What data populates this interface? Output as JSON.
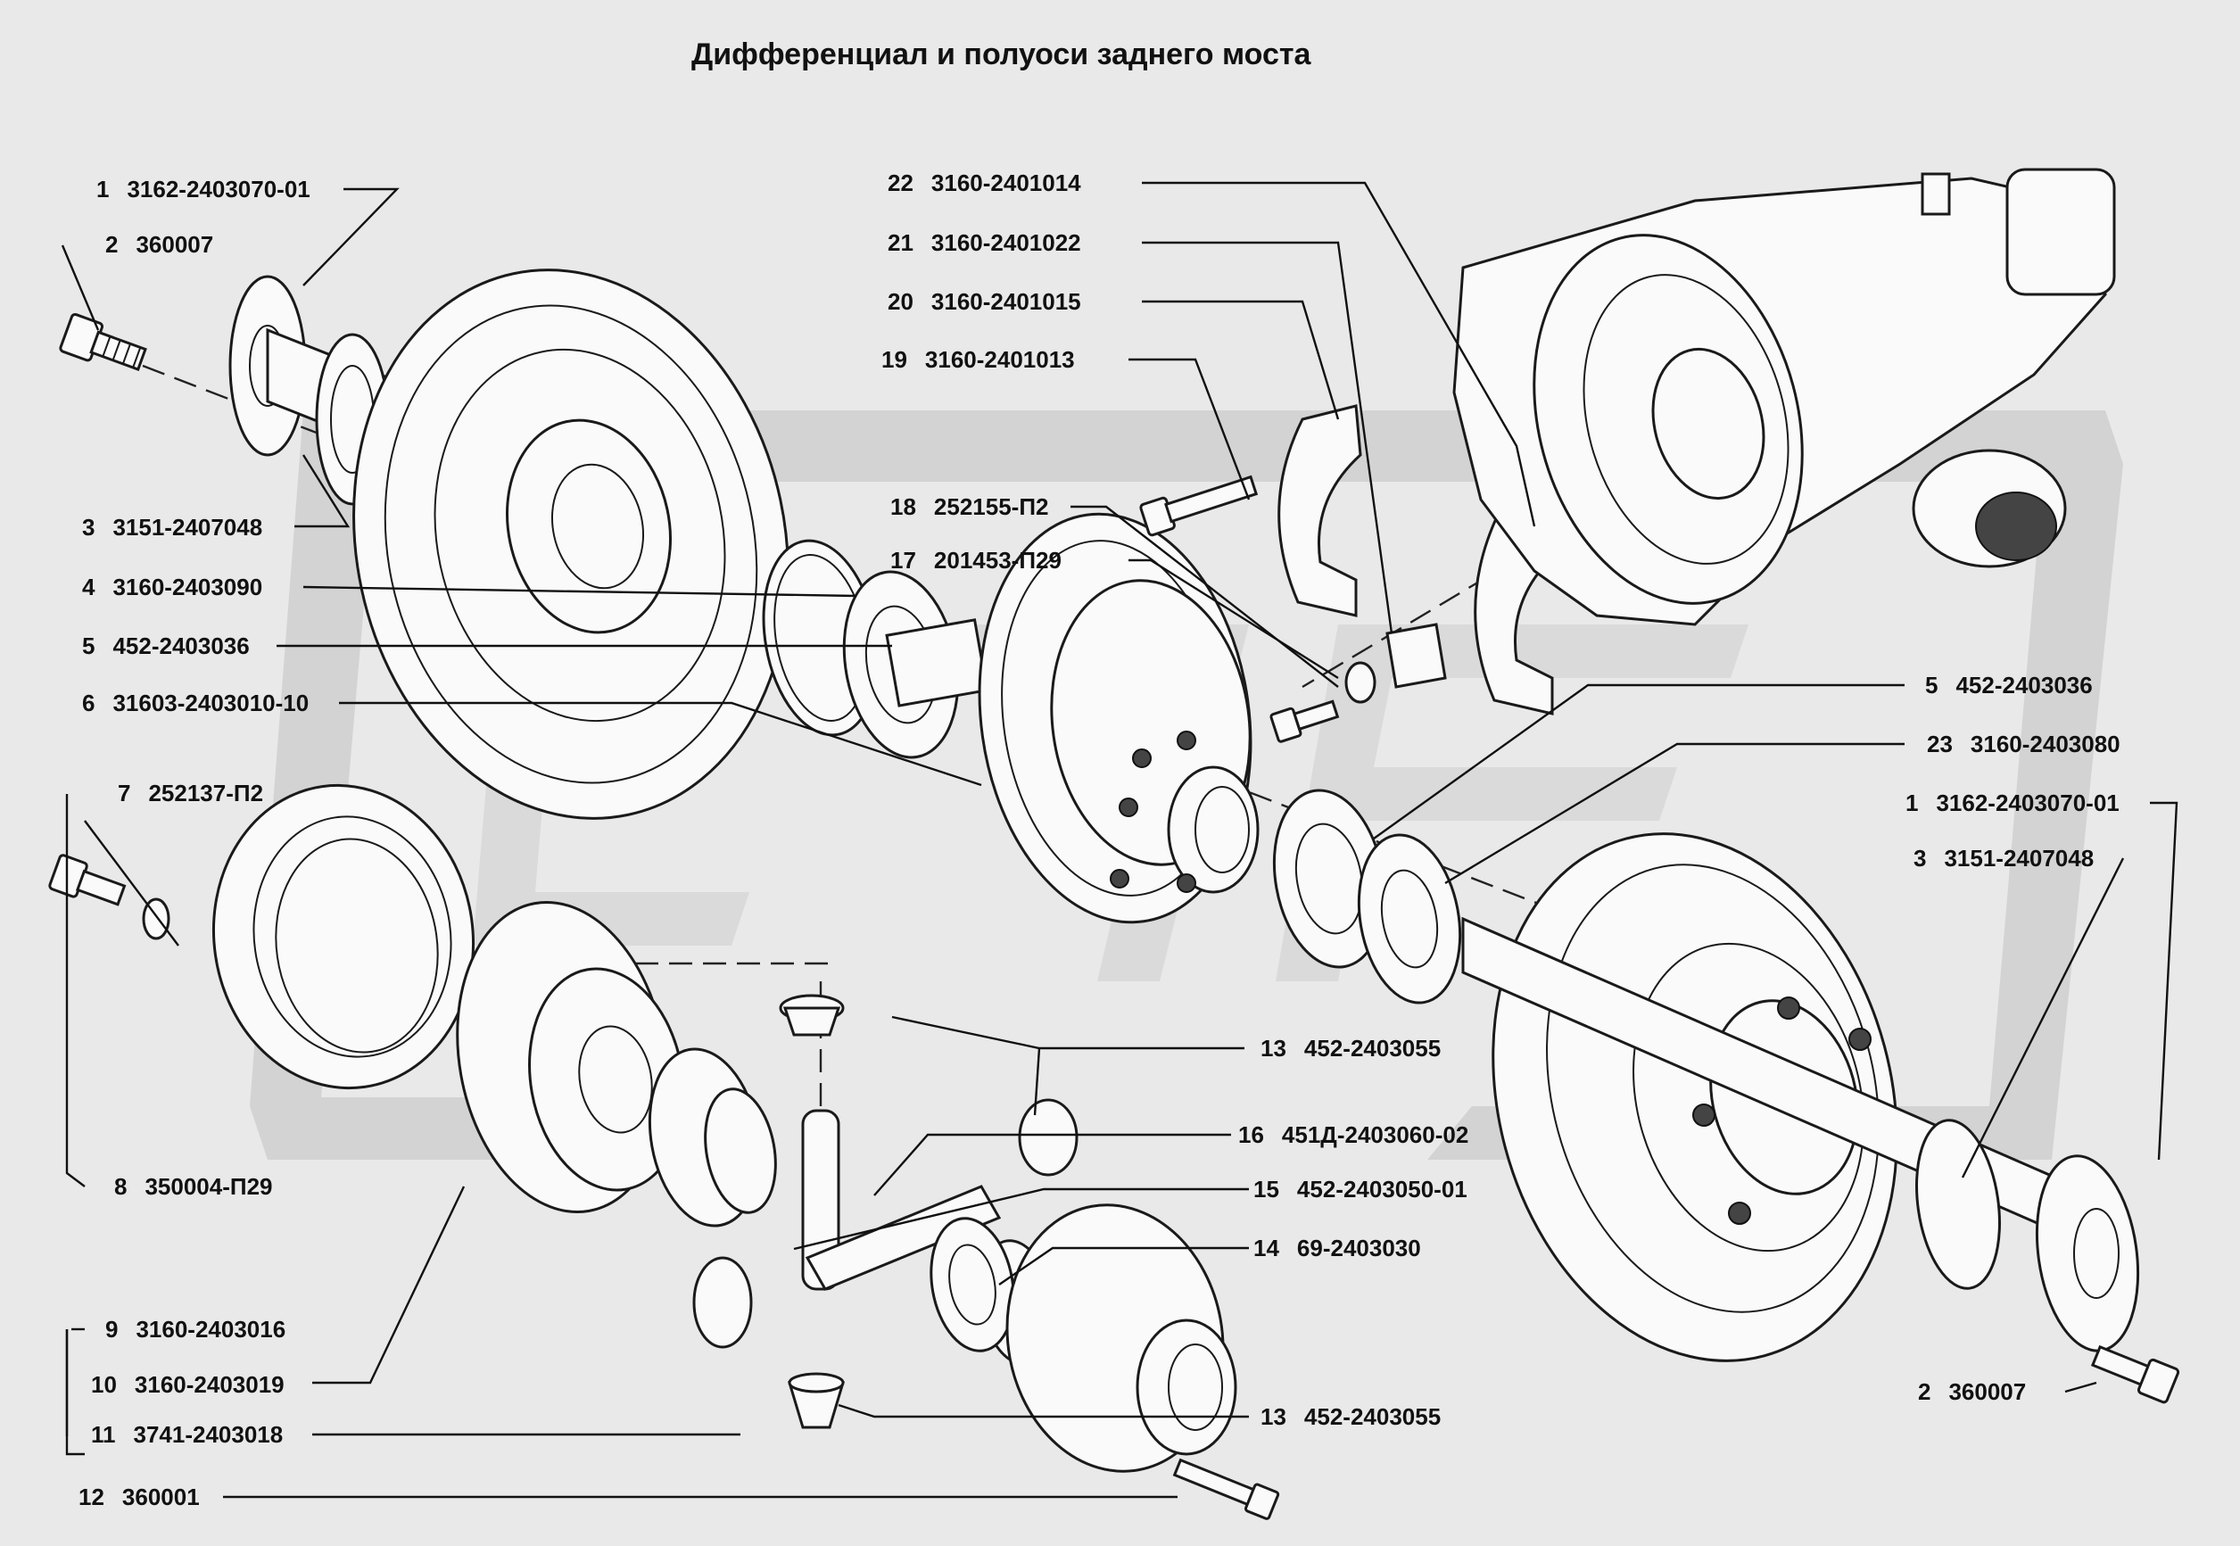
{
  "title": "Дифференциал и полуоси заднего моста",
  "callouts": [
    {
      "id": "c1L",
      "num": "1",
      "code": "3162-2403070-01"
    },
    {
      "id": "c2L",
      "num": "2",
      "code": "360007"
    },
    {
      "id": "c3L",
      "num": "3",
      "code": "3151-2407048"
    },
    {
      "id": "c4",
      "num": "4",
      "code": "3160-2403090"
    },
    {
      "id": "c5L",
      "num": "5",
      "code": "452-2403036"
    },
    {
      "id": "c6",
      "num": "6",
      "code": "31603-2403010-10"
    },
    {
      "id": "c7",
      "num": "7",
      "code": "252137-П2"
    },
    {
      "id": "c8",
      "num": "8",
      "code": "350004-П29"
    },
    {
      "id": "c9",
      "num": "9",
      "code": "3160-2403016"
    },
    {
      "id": "c10",
      "num": "10",
      "code": "3160-2403019"
    },
    {
      "id": "c11",
      "num": "11",
      "code": "3741-2403018"
    },
    {
      "id": "c12",
      "num": "12",
      "code": "360001"
    },
    {
      "id": "c22",
      "num": "22",
      "code": "3160-2401014"
    },
    {
      "id": "c21",
      "num": "21",
      "code": "3160-2401022"
    },
    {
      "id": "c20",
      "num": "20",
      "code": "3160-2401015"
    },
    {
      "id": "c19",
      "num": "19",
      "code": "3160-2401013"
    },
    {
      "id": "c18",
      "num": "18",
      "code": "252155-П2"
    },
    {
      "id": "c17",
      "num": "17",
      "code": "201453-П29"
    },
    {
      "id": "c5R",
      "num": "5",
      "code": "452-2403036"
    },
    {
      "id": "c23",
      "num": "23",
      "code": "3160-2403080"
    },
    {
      "id": "c1R",
      "num": "1",
      "code": "3162-2403070-01"
    },
    {
      "id": "c3R",
      "num": "3",
      "code": "3151-2407048"
    },
    {
      "id": "c13a",
      "num": "13",
      "code": "452-2403055"
    },
    {
      "id": "c16",
      "num": "16",
      "code": "451Д-2403060-02"
    },
    {
      "id": "c15",
      "num": "15",
      "code": "452-2403050-01"
    },
    {
      "id": "c14",
      "num": "14",
      "code": "69-2403030"
    },
    {
      "id": "c13b",
      "num": "13",
      "code": "452-2403055"
    },
    {
      "id": "c2R",
      "num": "2",
      "code": "360007"
    }
  ]
}
